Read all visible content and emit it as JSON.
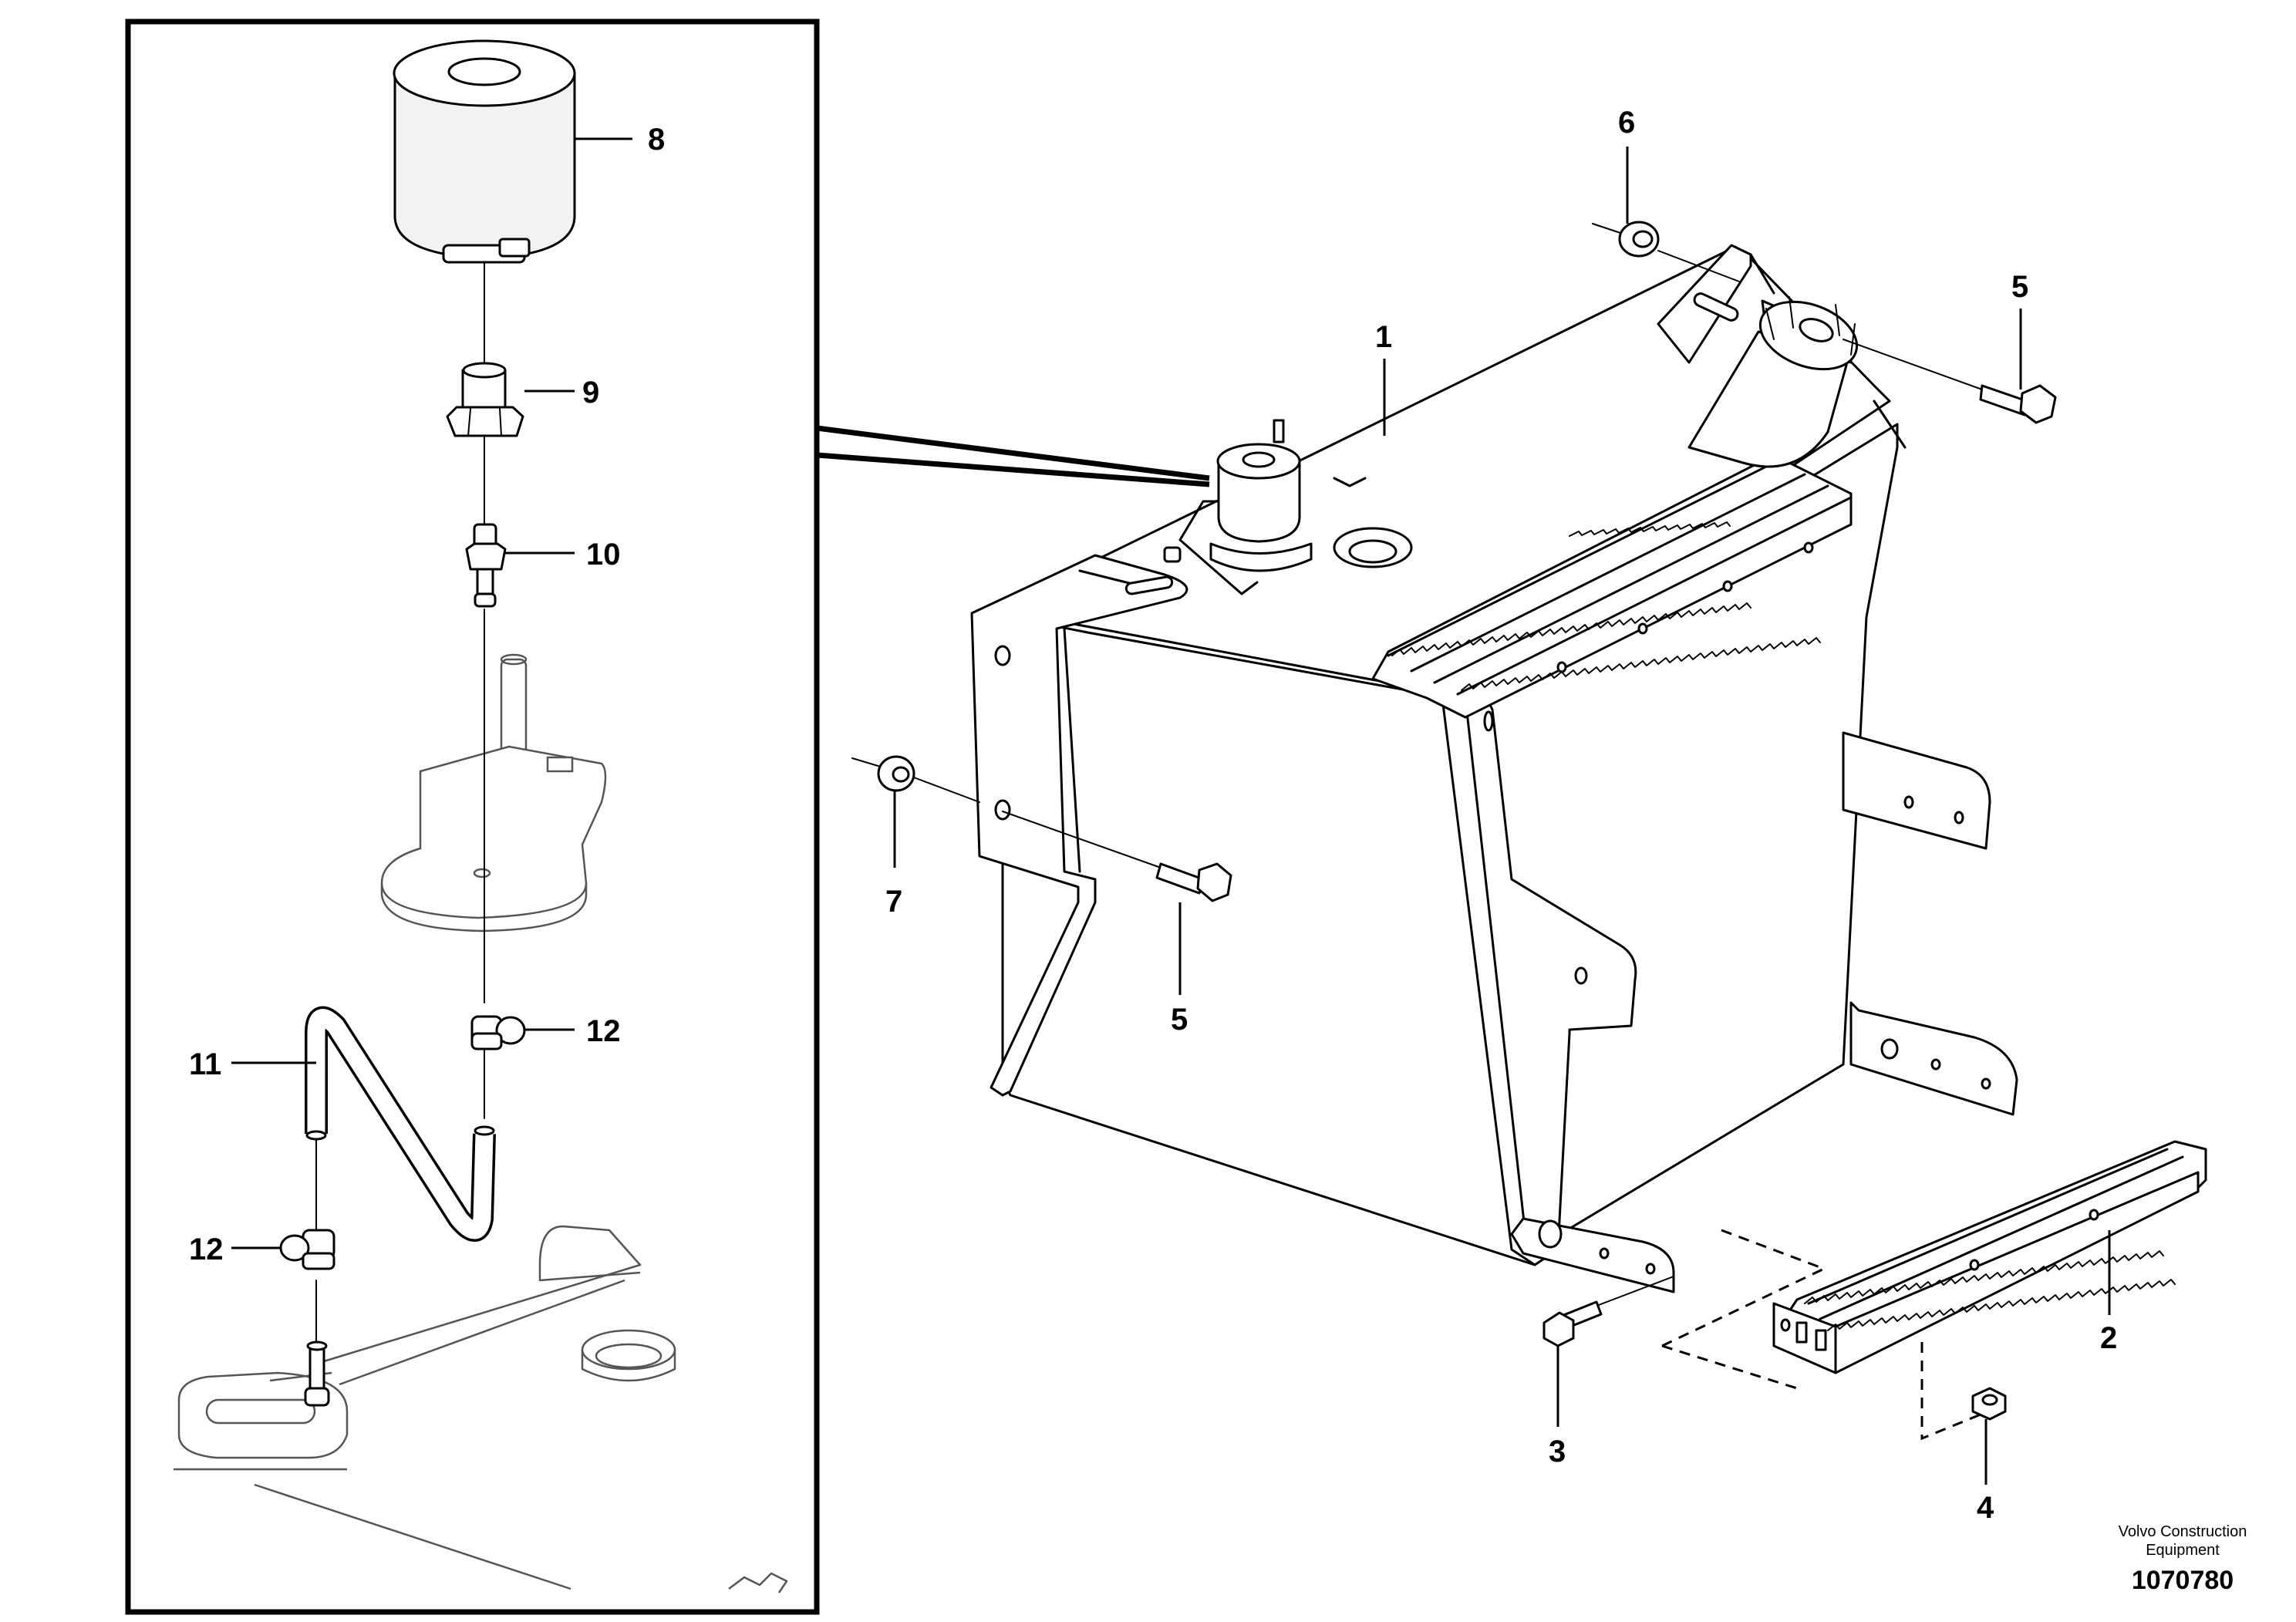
{
  "callouts": {
    "c1": "1",
    "c2": "2",
    "c3": "3",
    "c4": "4",
    "c5a": "5",
    "c5b": "5",
    "c6": "6",
    "c7": "7",
    "c8": "8",
    "c9": "9",
    "c10": "10",
    "c11": "11",
    "c12a": "12",
    "c12b": "12"
  },
  "footer": {
    "brand_line1": "Volvo Construction",
    "brand_line2": "Equipment",
    "doc_number": "1070780"
  }
}
